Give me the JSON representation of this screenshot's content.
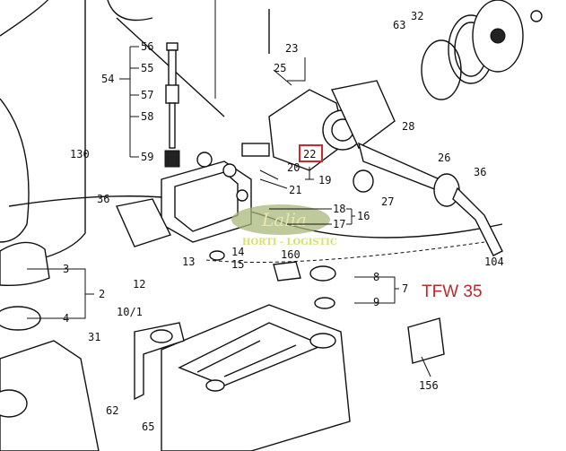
{
  "diagram": {
    "model_label": "TFW 35",
    "highlight_color": "#d0262c",
    "part_labels": [
      "63",
      "32",
      "23",
      "56",
      "25",
      "55",
      "54",
      "57",
      "58",
      "28",
      "22",
      "59",
      "20",
      "19",
      "130",
      "26",
      "36",
      "21",
      "27",
      "36",
      "18",
      "16",
      "17",
      "14",
      "13",
      "15",
      "104",
      "160",
      "3",
      "8",
      "7",
      "2",
      "9",
      "4",
      "12",
      "10/1",
      "31",
      "62",
      "65",
      "156"
    ],
    "watermark": {
      "script": "Lalia",
      "subtitle": "HORTI - LOGISTIC"
    }
  }
}
